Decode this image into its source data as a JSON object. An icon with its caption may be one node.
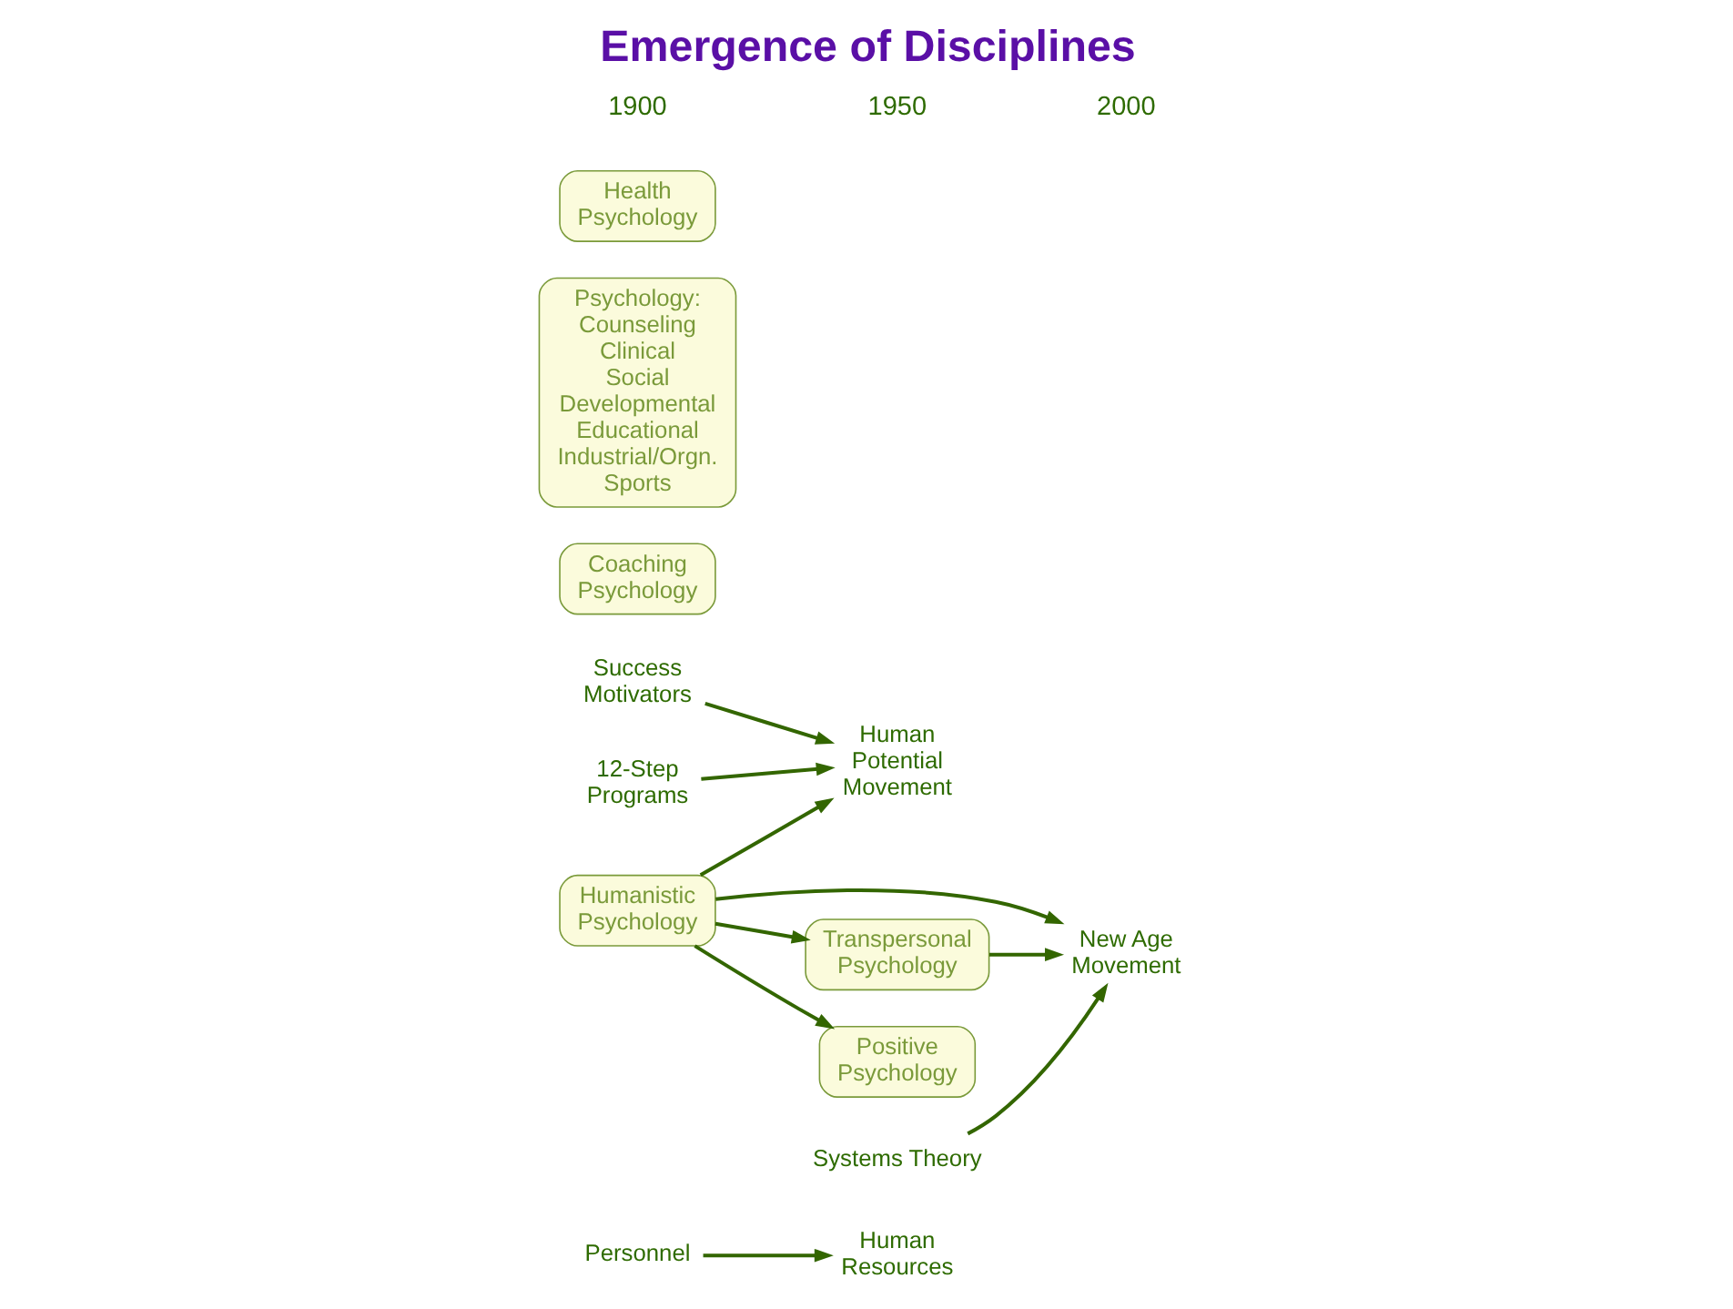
{
  "diagram": {
    "title": "Emergence of Disciplines",
    "nodes": [
      {
        "text": [
          "Personnel"
        ]
      },
      {
        "text": [
          "Human Resources"
        ]
      },
      {
        "text": [
          "Success Motivators"
        ]
      },
      {
        "text": [
          "Human Potential Movement"
        ]
      },
      {
        "text": [
          "12-Step Programs"
        ]
      },
      {
        "text": [
          "New Age Movement"
        ]
      },
      {
        "text": [
          "Coaching Psychology"
        ]
      },
      {
        "text": [
          "Psychology:",
          "Counseling Clinical Social Developmental Educational Industrial/Orgn. Sports"
        ]
      },
      {
        "text": [
          "Systems Theory"
        ]
      },
      {
        "text": [
          "Transpersonal Psychology"
        ]
      },
      {
        "text": [
          "Humanistic Psychology"
        ]
      },
      {
        "text": [
          "Positive Psychology"
        ]
      },
      {
        "text": [
          "Health Psychology"
        ]
      }
    ],
    "edges": [
      {
        "from": 0,
        "to": 1,
        "arrow": "to"
      },
      {
        "from": 2,
        "to": 3,
        "arrow": "to"
      },
      {
        "from": 4,
        "to": 3,
        "arrow": "to"
      },
      {
        "from": 10,
        "to": 3,
        "arrow": "to"
      },
      {
        "from": 8,
        "to": 5,
        "arrow": "to"
      },
      {
        "from": 10,
        "to": 5,
        "arrow": "to"
      },
      {
        "from": 9,
        "to": 5,
        "arrow": "to"
      },
      {
        "from": 10,
        "to": 9,
        "arrow": "to"
      },
      {
        "from": 10,
        "to": 11,
        "arrow": "to"
      }
    ],
    "labels": [
      "1900",
      "1950",
      "2000"
    ]
  }
}
